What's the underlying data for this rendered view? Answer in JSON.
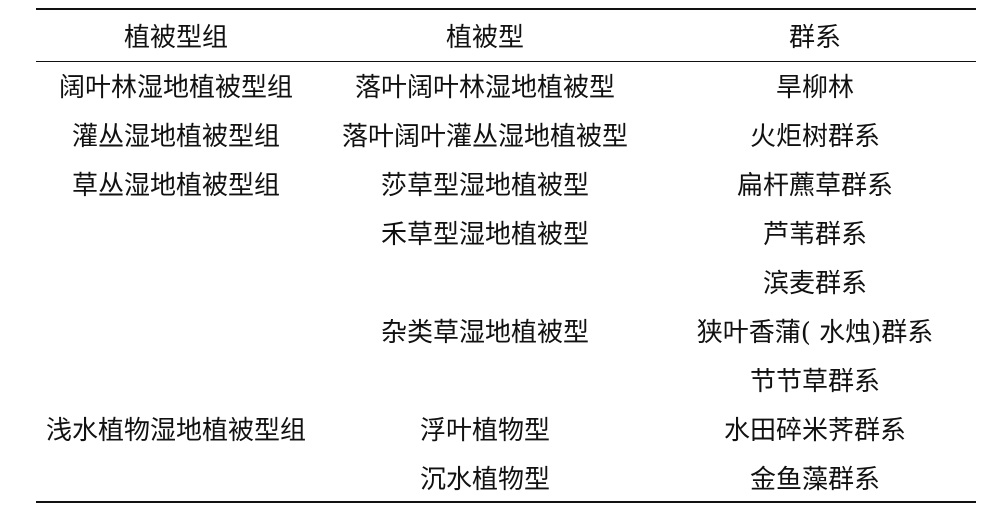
{
  "table": {
    "headers": [
      "植被型组",
      "植被型",
      "群系"
    ],
    "rows": [
      [
        "阔叶林湿地植被型组",
        "落叶阔叶林湿地植被型",
        "旱柳林"
      ],
      [
        "灌丛湿地植被型组",
        "落叶阔叶灌丛湿地植被型",
        "火炬树群系"
      ],
      [
        "草丛湿地植被型组",
        "莎草型湿地植被型",
        "扁杆藨草群系"
      ],
      [
        "",
        "禾草型湿地植被型",
        "芦苇群系"
      ],
      [
        "",
        "",
        "滨麦群系"
      ],
      [
        "",
        "杂类草湿地植被型",
        "狭叶香蒲( 水烛)群系"
      ],
      [
        "",
        "",
        "节节草群系"
      ],
      [
        "浅水植物湿地植被型组",
        "浮叶植物型",
        "水田碎米荠群系"
      ],
      [
        "",
        "沉水植物型",
        "金鱼藻群系"
      ]
    ]
  }
}
